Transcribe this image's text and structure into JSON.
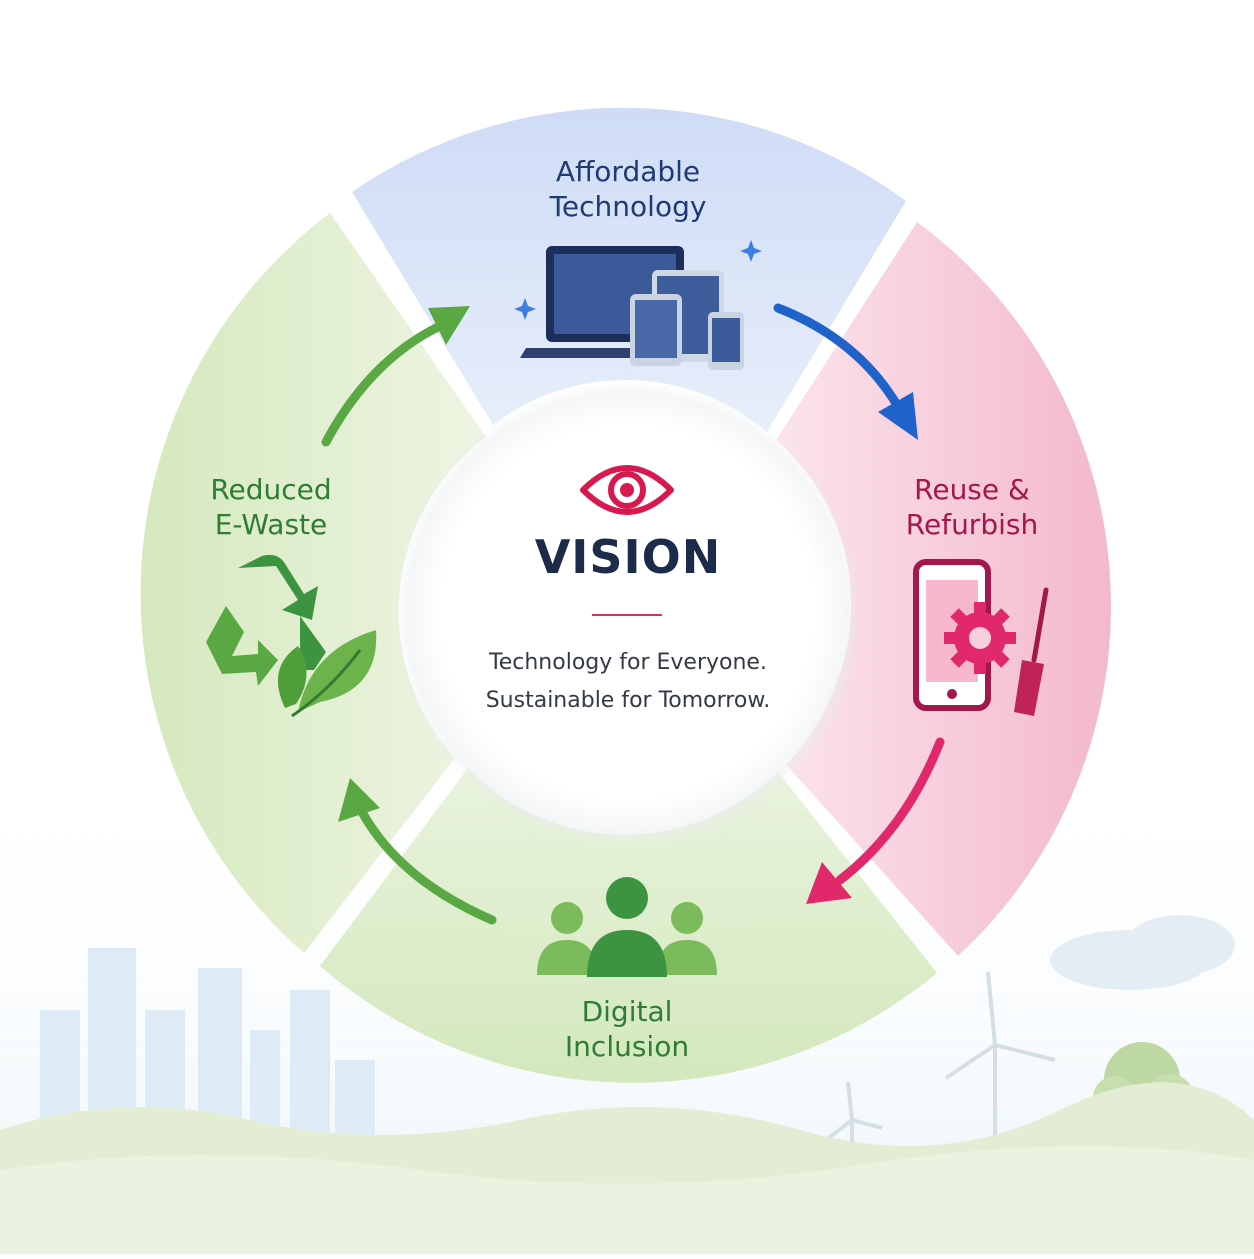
{
  "center": {
    "title": "VISION",
    "tagline_1": "Technology for Everyone.",
    "tagline_2": "Sustainable for Tomorrow."
  },
  "segments": [
    {
      "label_1": "Affordable",
      "label_2": "Technology",
      "icon": "devices-icon",
      "color": "#1f3b73"
    },
    {
      "label_1": "Reuse &",
      "label_2": "Refurbish",
      "icon": "phone-repair-icon",
      "color": "#a3174a"
    },
    {
      "label_1": "Digital",
      "label_2": "Inclusion",
      "icon": "people-icon",
      "color": "#2e7d32"
    },
    {
      "label_1": "Reduced",
      "label_2": "E-Waste",
      "icon": "recycle-leaf-icon",
      "color": "#2e7d32"
    }
  ],
  "colors": {
    "blue_segment": "#dbe6f8",
    "pink_segment": "#f6c6d6",
    "green_segment": "#dcebc6",
    "blue_arrow": "#1f62c9",
    "pink_arrow": "#e0286a",
    "green_arrow": "#5aa844",
    "vision_accent": "#d8194f",
    "vision_title": "#1c2b4a"
  }
}
